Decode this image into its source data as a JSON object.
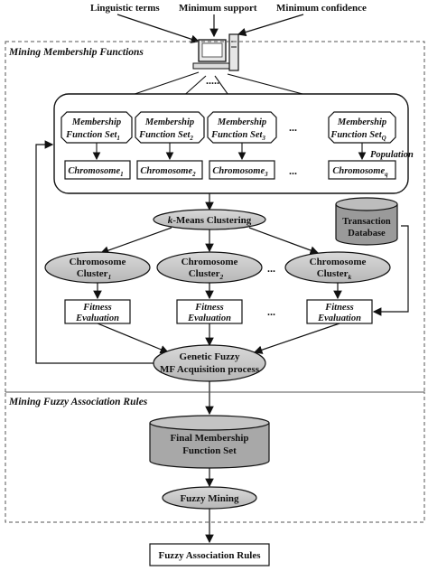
{
  "inputs": {
    "linguistic_terms": "Linguistic terms",
    "minimum_support": "Minimum support",
    "minimum_confidence": "Minimum confidence"
  },
  "sections": {
    "mining_membership_functions": "Mining Membership Functions",
    "mining_fuzzy_association_rules": "Mining Fuzzy Association Rules"
  },
  "population": {
    "label": "Population",
    "columns": [
      {
        "mf_line1": "Membership",
        "mf_line2": "Function Set",
        "sub": "1",
        "chrom": "Chromosome",
        "chrom_sub": "1"
      },
      {
        "mf_line1": "Membership",
        "mf_line2": "Function Set",
        "sub": "2",
        "chrom": "Chromosome",
        "chrom_sub": "2"
      },
      {
        "mf_line1": "Membership",
        "mf_line2": "Function Set",
        "sub": "3",
        "chrom": "Chromosome",
        "chrom_sub": "3"
      },
      {
        "mf_line1": "Membership",
        "mf_line2": "Function Set",
        "sub": "Q",
        "chrom": "Chromosome",
        "chrom_sub": "q"
      }
    ],
    "ellipsis": "...",
    "computer_dots": "....."
  },
  "clustering": {
    "k": "k",
    "label": "-Means Clustering"
  },
  "database": {
    "line1": "Transaction",
    "line2": "Database"
  },
  "clusters": [
    {
      "line1": "Chromosome",
      "line2": "Cluster",
      "sub": "1"
    },
    {
      "line1": "Chromosome",
      "line2": "Cluster",
      "sub": "2"
    },
    {
      "line1": "Chromosome",
      "line2": "Cluster",
      "sub": "k"
    }
  ],
  "fitness": {
    "line1": "Fitness",
    "line2": "Evaluation"
  },
  "genetic": {
    "line1": "Genetic Fuzzy",
    "line2": "MF Acquisition process"
  },
  "final_set": {
    "line1": "Final  Membership",
    "line2": "Function Set"
  },
  "fuzzy_mining": "Fuzzy Mining",
  "output": "Fuzzy Association Rules"
}
